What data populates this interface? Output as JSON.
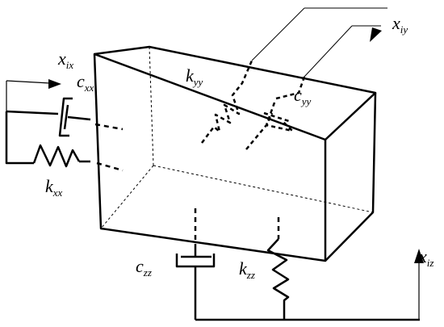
{
  "labels": {
    "x_ix": {
      "main": "x",
      "sub": "ix"
    },
    "c_xx": {
      "main": "c",
      "sub": "xx"
    },
    "k_xx": {
      "main": "k",
      "sub": "xx"
    },
    "k_yy": {
      "main": "k",
      "sub": "yy"
    },
    "c_yy": {
      "main": "c",
      "sub": "yy"
    },
    "x_iy": {
      "main": "x",
      "sub": "iy"
    },
    "c_zz": {
      "main": "c",
      "sub": "zz"
    },
    "k_zz": {
      "main": "k",
      "sub": "zz"
    },
    "x_iz": {
      "main": "x",
      "sub": "iz"
    }
  },
  "colors": {
    "stroke": "#000000",
    "background": "#ffffff"
  }
}
